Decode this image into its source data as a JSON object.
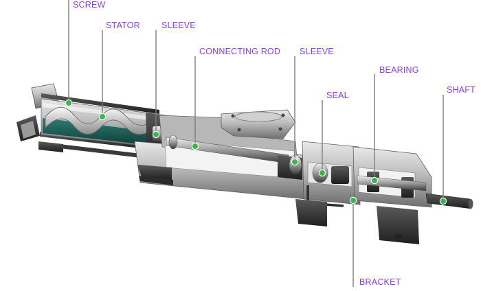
{
  "colors": {
    "label": "#8a3ff0",
    "leader": "#7c7c7c",
    "dot": "#35b84a",
    "dot_stroke": "#ffffff",
    "metal_dark": "#2e2e2e",
    "metal_mid": "#6e6e6e",
    "metal_light": "#d9d9d9",
    "stator": "#1d5e56"
  },
  "labels": [
    {
      "id": "screw",
      "text": "SCREW"
    },
    {
      "id": "stator",
      "text": "STATOR"
    },
    {
      "id": "sleeve-left",
      "text": "SLEEVE"
    },
    {
      "id": "connecting-rod",
      "text": "CONNECTING ROD"
    },
    {
      "id": "sleeve-right",
      "text": "SLEEVE"
    },
    {
      "id": "seal",
      "text": "SEAL"
    },
    {
      "id": "bearing",
      "text": "BEARING"
    },
    {
      "id": "shaft",
      "text": "SHAFT"
    },
    {
      "id": "bracket",
      "text": "BRACKET"
    }
  ]
}
